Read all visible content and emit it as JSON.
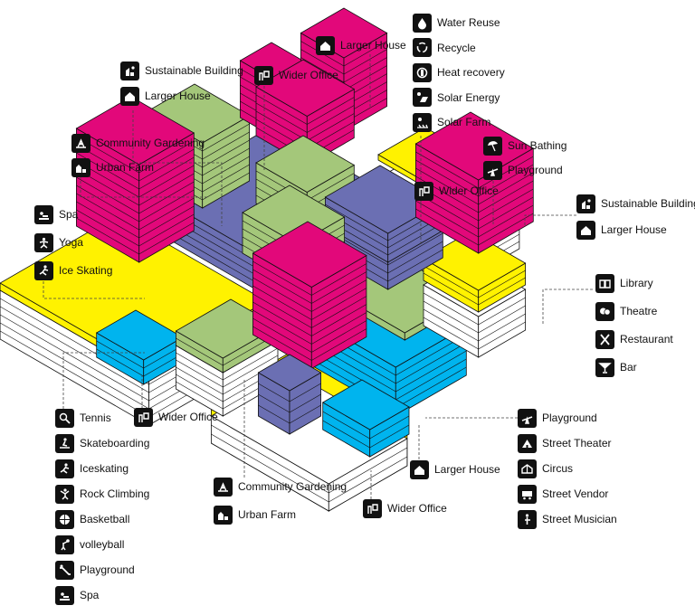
{
  "colors": {
    "magenta": "#e2087a",
    "green": "#a4c77a",
    "yellow": "#fff200",
    "purple": "#6b6fb3",
    "cyan": "#00b4ee",
    "white": "#ffffff",
    "line": "#111111"
  },
  "labels": {
    "top_center": [
      {
        "text": "Larger House",
        "icon": "house-icon"
      }
    ],
    "top_right": [
      {
        "text": "Water Reuse",
        "icon": "water-drop-icon"
      },
      {
        "text": "Recycle",
        "icon": "recycle-icon"
      },
      {
        "text": "Heat recovery",
        "icon": "heat-recovery-icon"
      },
      {
        "text": "Solar Energy",
        "icon": "solar-panel-icon"
      },
      {
        "text": "Solar Farm",
        "icon": "solar-farm-icon"
      }
    ],
    "top_left": [
      {
        "text": "Sustainable Building",
        "icon": "sustainable-building-icon"
      },
      {
        "text": "Larger House",
        "icon": "house-icon"
      }
    ],
    "wider_office_top": {
      "text": "Wider Office",
      "icon": "office-icon"
    },
    "community_top": [
      {
        "text": "Community Gardening",
        "icon": "garden-icon"
      },
      {
        "text": "Urban Farm",
        "icon": "urban-farm-icon"
      }
    ],
    "sun_play": [
      {
        "text": "Sun Bathing",
        "icon": "umbrella-icon"
      },
      {
        "text": "Playground",
        "icon": "seesaw-icon"
      }
    ],
    "wider_office_mid": {
      "text": "Wider Office",
      "icon": "office-icon"
    },
    "right_upper": [
      {
        "text": "Sustainable Building",
        "icon": "sustainable-building-icon"
      },
      {
        "text": "Larger House",
        "icon": "house-icon"
      }
    ],
    "left_wellness": [
      {
        "text": "Spa",
        "icon": "spa-icon"
      },
      {
        "text": "Yoga",
        "icon": "yoga-icon"
      },
      {
        "text": "Ice Skating",
        "icon": "skating-icon"
      }
    ],
    "right_culture": [
      {
        "text": "Library",
        "icon": "book-icon"
      },
      {
        "text": "Theatre",
        "icon": "theatre-masks-icon"
      },
      {
        "text": "Restaurant",
        "icon": "cutlery-icon"
      },
      {
        "text": "Bar",
        "icon": "cocktail-icon"
      }
    ],
    "bottom_left_sports": [
      {
        "text": "Tennis",
        "icon": "tennis-icon"
      },
      {
        "text": "Skateboarding",
        "icon": "skateboard-icon"
      },
      {
        "text": "Iceskating",
        "icon": "skating-icon"
      },
      {
        "text": "Rock Climbing",
        "icon": "climbing-icon"
      },
      {
        "text": "Basketball",
        "icon": "basketball-icon"
      },
      {
        "text": "volleyball",
        "icon": "volleyball-icon"
      },
      {
        "text": "Playground",
        "icon": "slide-icon"
      },
      {
        "text": "Spa",
        "icon": "spa-icon"
      }
    ],
    "wider_office_bottom_left": {
      "text": "Wider Office",
      "icon": "office-icon"
    },
    "community_bottom": [
      {
        "text": "Community Gardening",
        "icon": "garden-icon"
      },
      {
        "text": "Urban Farm",
        "icon": "urban-farm-icon"
      }
    ],
    "larger_house_bottom": {
      "text": "Larger House",
      "icon": "house-icon"
    },
    "wider_office_bottom": {
      "text": "Wider Office",
      "icon": "office-icon"
    },
    "bottom_right_street": [
      {
        "text": "Playground",
        "icon": "seesaw-icon"
      },
      {
        "text": "Street Theater",
        "icon": "tent-icon"
      },
      {
        "text": "Circus",
        "icon": "circus-icon"
      },
      {
        "text": "Street Vendor",
        "icon": "cart-icon"
      },
      {
        "text": "Street Musician",
        "icon": "musician-icon"
      }
    ]
  }
}
